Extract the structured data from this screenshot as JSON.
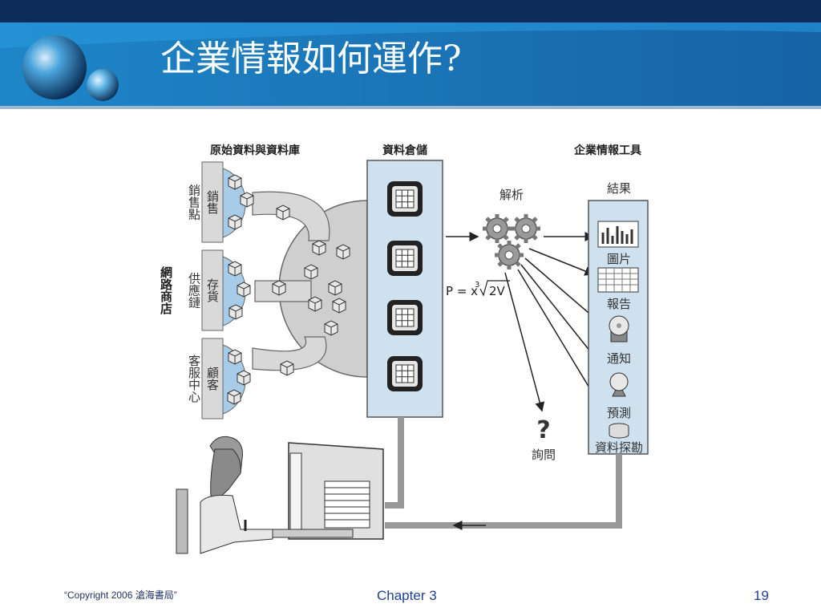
{
  "slide": {
    "title": "企業情報如何運作?"
  },
  "sections": {
    "sources": "原始資料與資料庫",
    "warehouse": "資料倉儲",
    "tools": "企業情報工具"
  },
  "source_units": [
    {
      "outer": "銷售點",
      "inner": "銷售"
    },
    {
      "outer": "供應鏈",
      "inner": "存貨"
    },
    {
      "outer": "客服中心",
      "inner": "顧客"
    }
  ],
  "web_store": "網路商店",
  "analysis_label": "解析",
  "formula": {
    "lhs": "P = x",
    "exp": "3",
    "rad": "2V"
  },
  "results_label": "結果",
  "outputs": {
    "charts": "圖片",
    "reports": "報告",
    "alerts": "通知",
    "forecast": "預測",
    "mining": "資料探勘"
  },
  "query": {
    "mark": "?",
    "label": "詢問"
  },
  "footer": {
    "copyright": "“Copyright 2006 滄海書局”",
    "chapter": "Chapter 3",
    "page": "19"
  },
  "colors": {
    "header_blue": "#1a6fb0",
    "header_dark": "#0d2c5a",
    "panel_blue": "#cfe0ee",
    "source_blue": "#a8cce8",
    "pipe_gray": "#c8c8c8",
    "text_dark": "#222222"
  }
}
